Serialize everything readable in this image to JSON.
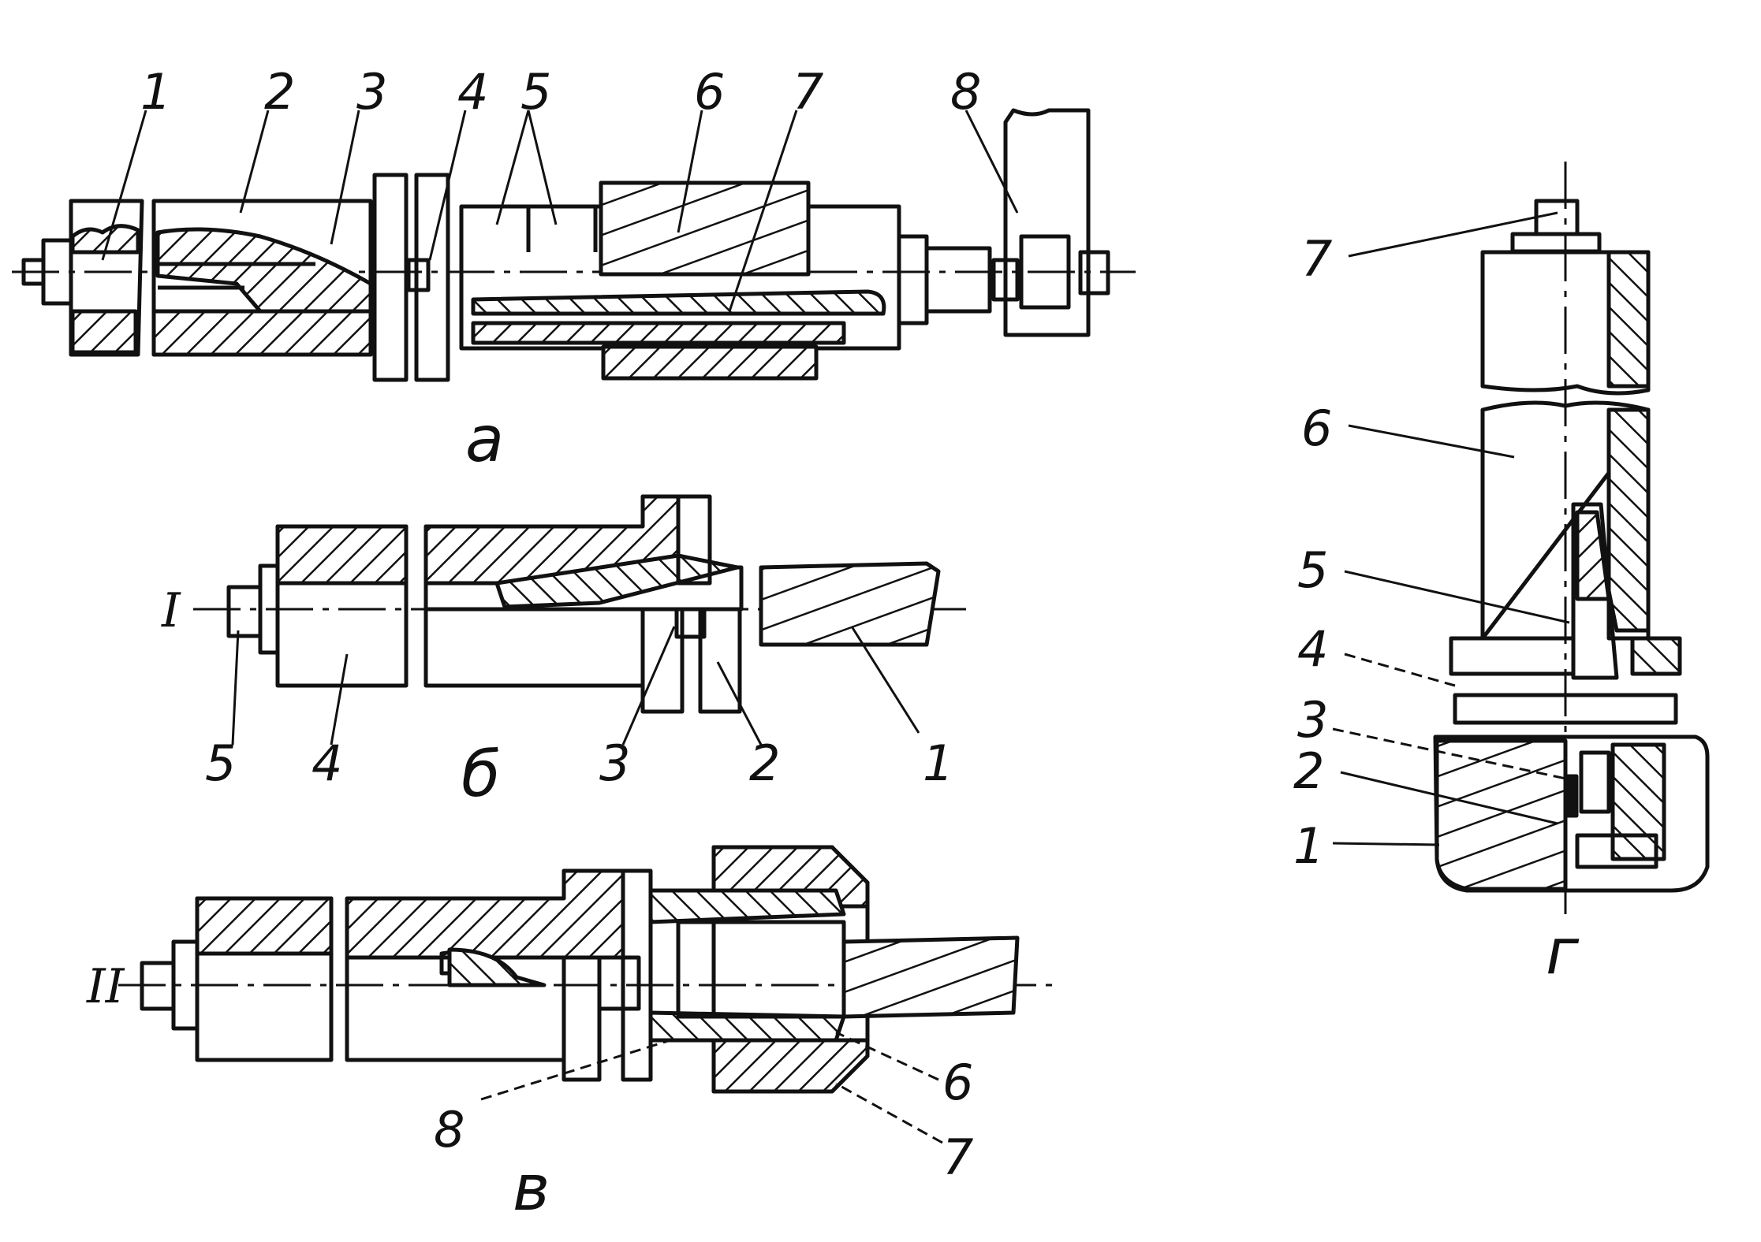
{
  "colors": {
    "ink": "#111111",
    "paper": "#ffffff",
    "hatch": "#111111"
  },
  "views": {
    "a": {
      "caption": "а",
      "labels": [
        "1",
        "2",
        "3",
        "4",
        "5",
        "6",
        "7",
        "8"
      ]
    },
    "b": {
      "caption": "б",
      "axis_label": "I",
      "labels": [
        "5",
        "4",
        "3",
        "2",
        "1"
      ]
    },
    "v": {
      "caption": "в",
      "axis_label": "II",
      "labels": [
        "8",
        "6",
        "7"
      ]
    },
    "g": {
      "caption": "г",
      "labels": [
        "7",
        "6",
        "5",
        "4",
        "3",
        "2",
        "1"
      ]
    }
  }
}
